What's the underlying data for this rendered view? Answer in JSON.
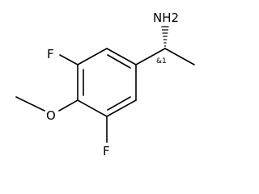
{
  "molecule": {
    "atoms": [
      {
        "id": "amine",
        "label": "NH2"
      },
      {
        "id": "fluorine-top",
        "label": "F"
      },
      {
        "id": "fluorine-bottom",
        "label": "F"
      },
      {
        "id": "methoxy-oxygen",
        "label": "O"
      }
    ],
    "stereo_label": "&1",
    "colors": {
      "bond": "#000000",
      "text": "#000000",
      "background": "#ffffff"
    }
  }
}
